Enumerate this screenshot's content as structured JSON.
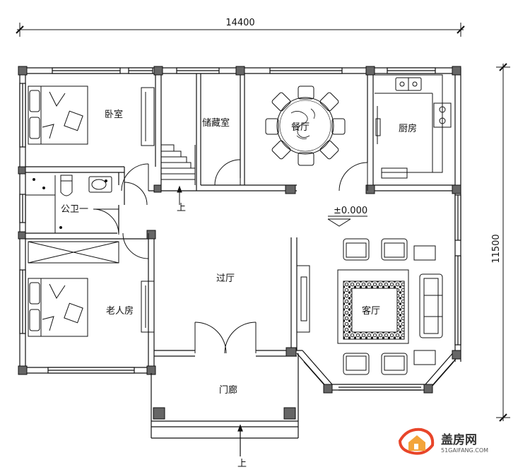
{
  "dimensions": {
    "width_mm": "14400",
    "height_mm": "11500"
  },
  "rooms": {
    "bedroom": "卧室",
    "storage": "储藏室",
    "dining": "餐厅",
    "kitchen": "厨房",
    "bathroom": "公卫一",
    "hall": "过厅",
    "elder_room": "老人房",
    "living": "客厅",
    "porch": "门廊"
  },
  "level_mark": "±0.000",
  "up_mark_stair": "上",
  "up_mark_entry": "上",
  "watermark": {
    "name": "盖房网",
    "url": "51GAIFANG.COM"
  },
  "colors": {
    "line": "#111111",
    "column": "#666666",
    "wm_red": "#e8452a",
    "wm_orange": "#f3a43a"
  },
  "icons": [
    "house-logo-icon"
  ]
}
